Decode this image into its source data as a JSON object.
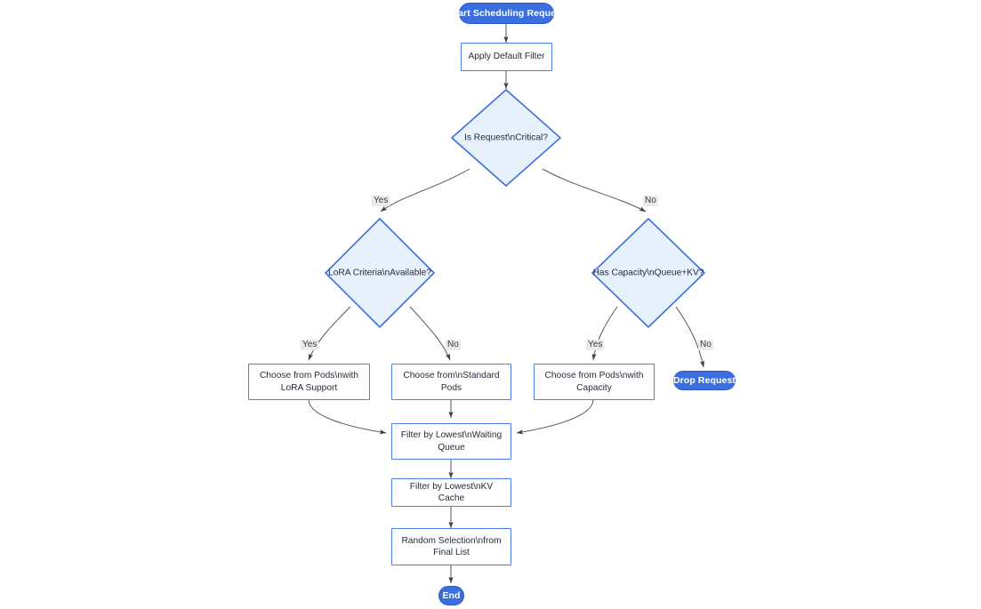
{
  "diagram": {
    "type": "flowchart",
    "title": "",
    "background_color": "#ffffff",
    "palette": {
      "terminator_fill": "#3b6fe0",
      "terminator_text": "#ffffff",
      "process_fill": "#ffffff",
      "process_border": "#4a7ee8",
      "decision_fill": "#e6f1fc",
      "decision_border": "#3b6fe0",
      "text_color": "#262c38",
      "edge_color": "#555555",
      "edge_label_bg": "#ebebeb"
    },
    "nodes": {
      "start": {
        "label": "Start Scheduling Request",
        "shape": "pill"
      },
      "apply_default_filter": {
        "label": "Apply Default Filter",
        "shape": "rect"
      },
      "is_request_critical": {
        "label": "Is Request\\nCritical?",
        "shape": "diamond"
      },
      "lora_criteria_available": {
        "label": "LoRA Criteria\\nAvailable?",
        "shape": "diamond"
      },
      "has_capacity": {
        "label": "Has Capacity\\nQueue+KV?",
        "shape": "diamond"
      },
      "choose_lora_pods": {
        "line1": "Choose from Pods\\nwith",
        "line2": "LoRA Support",
        "shape": "rect"
      },
      "choose_standard_pods": {
        "line1": "Choose from\\nStandard",
        "line2": "Pods",
        "shape": "rect"
      },
      "choose_capacity_pods": {
        "line1": "Choose from Pods\\nwith",
        "line2": "Capacity",
        "shape": "rect"
      },
      "drop_request": {
        "label": "Drop Request",
        "shape": "pill"
      },
      "filter_waiting_queue": {
        "line1": "Filter by Lowest\\nWaiting",
        "line2": "Queue",
        "shape": "rect"
      },
      "filter_kv_cache": {
        "label": "Filter by Lowest\\nKV Cache",
        "shape": "rect"
      },
      "random_selection": {
        "line1": "Random Selection\\nfrom",
        "line2": "Final List",
        "shape": "rect"
      },
      "end": {
        "label": "End",
        "shape": "pill"
      }
    },
    "edge_labels": {
      "critical_yes": "Yes",
      "critical_no": "No",
      "lora_yes": "Yes",
      "lora_no": "No",
      "capacity_yes": "Yes",
      "capacity_no": "No"
    }
  }
}
